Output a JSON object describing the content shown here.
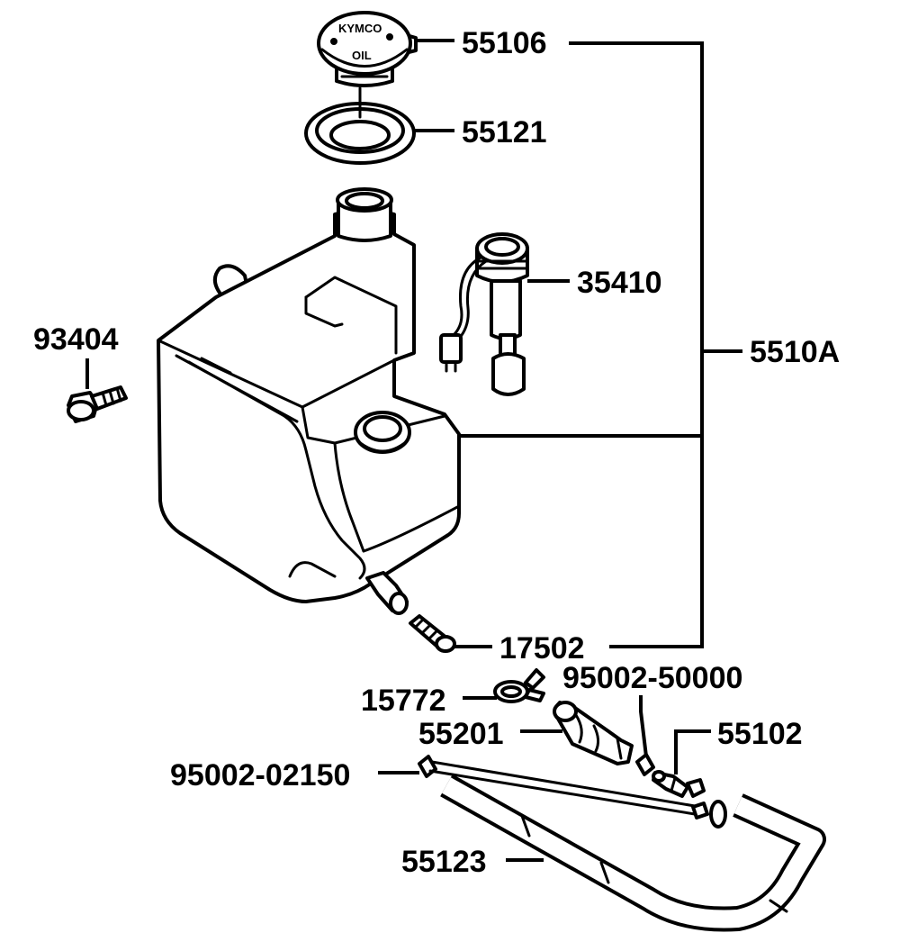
{
  "diagram": {
    "part_labels": {
      "p55106": "55106",
      "p55121": "55121",
      "p35410": "35410",
      "p5510A": "5510A",
      "p93404": "93404",
      "p17502": "17502",
      "p95002_50000": "95002-50000",
      "p15772": "15772",
      "p55201": "55201",
      "p55102": "55102",
      "p95002_02150": "95002-02150",
      "p55123": "55123"
    },
    "cap_embossing": {
      "brand": "KYMCO",
      "text": "OIL"
    }
  }
}
